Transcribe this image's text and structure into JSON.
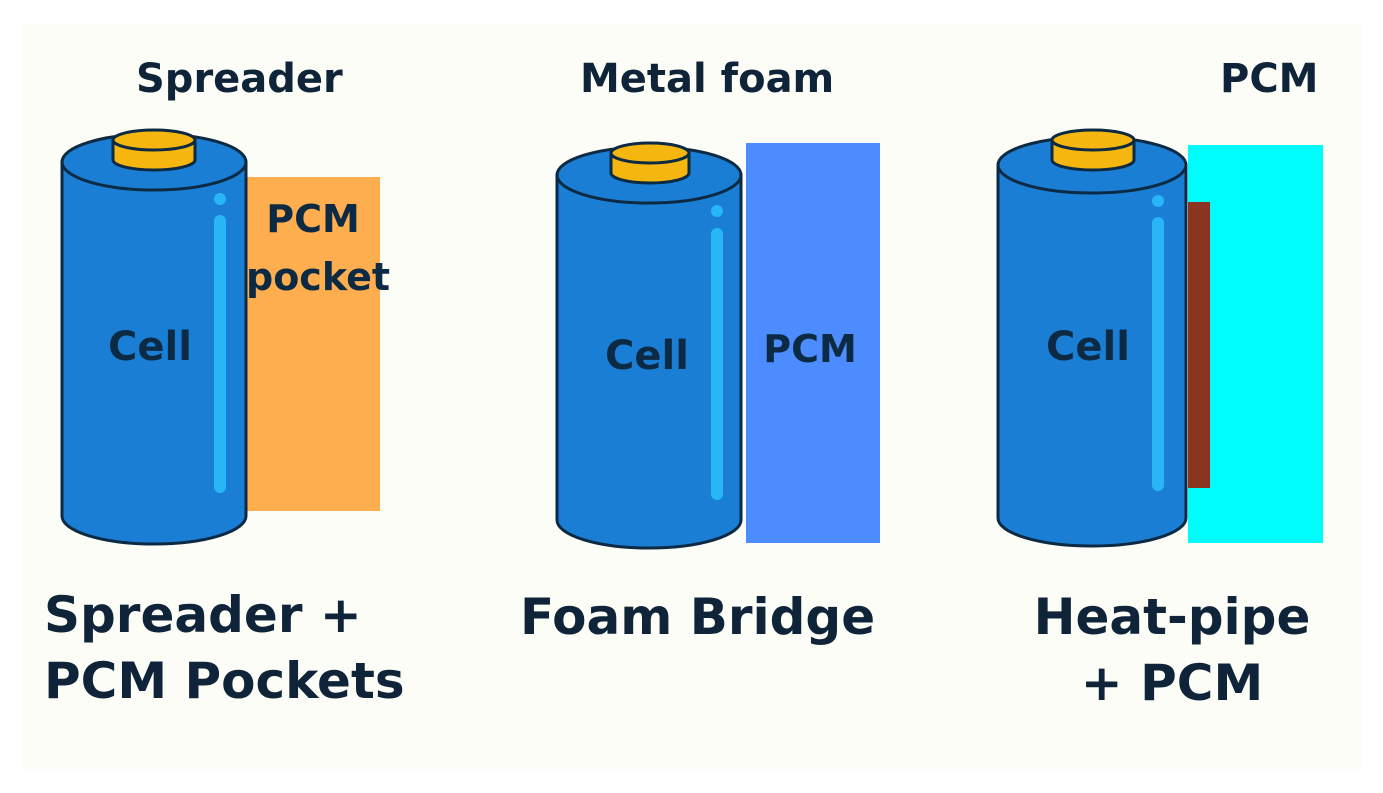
{
  "colors": {
    "cell_body": "#1a7fd4",
    "cell_highlight": "#29b6f6",
    "cell_outline": "#0d2a44",
    "terminal": "#f5b70f",
    "pcm_pocket": "#ffae4f",
    "pcm_foam": "#4d8cff",
    "pcm_heatpipe": "#00fdfd",
    "heat_pipe": "#8b3422"
  },
  "panels": [
    {
      "top_label": "Spreader",
      "cell_label": "Cell",
      "component_label_lines": [
        "PCM",
        "pocket"
      ],
      "caption_lines": [
        "Spreader +",
        "PCM Pockets"
      ]
    },
    {
      "top_label": "Metal foam",
      "cell_label": "Cell",
      "component_label": "PCM",
      "caption_lines": [
        "Foam Bridge"
      ]
    },
    {
      "top_label": "PCM",
      "cell_label": "Cell",
      "caption_lines": [
        "Heat-pipe",
        "+ PCM"
      ]
    }
  ]
}
